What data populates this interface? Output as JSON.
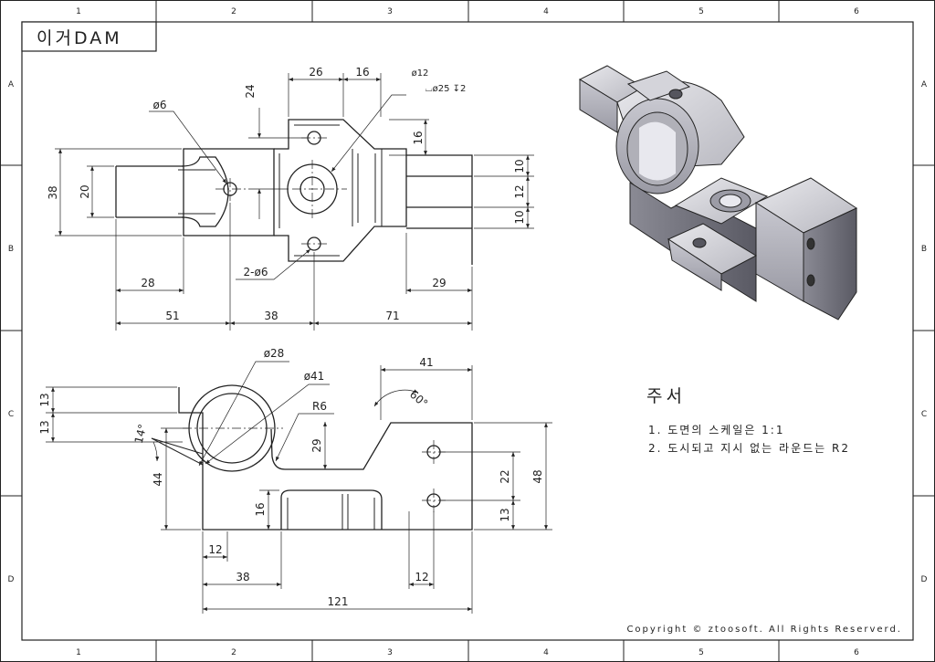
{
  "title_block": {
    "title": "이거DAM"
  },
  "grid": {
    "columns": [
      "1",
      "2",
      "3",
      "4",
      "5",
      "6"
    ],
    "rows": [
      "A",
      "B",
      "C",
      "D"
    ]
  },
  "top_view_dims": {
    "d_w26": "26",
    "d_w16": "16",
    "d_h24": "24",
    "d_hole6": "ø6",
    "d_hole12": "ø12",
    "d_cbore": "⌴ø25 ↧2",
    "d_16": "16",
    "d_38": "38",
    "d_20": "20",
    "d_10a": "10",
    "d_12": "12",
    "d_10b": "10",
    "d_2holes": "2-ø6",
    "d_28": "28",
    "d_29": "29",
    "d_51": "51",
    "d_38b": "38",
    "d_71": "71"
  },
  "front_view_dims": {
    "d_dia28": "ø28",
    "d_dia41": "ø41",
    "d_r6": "R6",
    "d_41": "41",
    "d_60": "60°",
    "d_13a": "13",
    "d_13b": "13",
    "d_14deg": "14°",
    "d_44": "44",
    "d_29": "29",
    "d_16": "16",
    "d_22": "22",
    "d_48": "48",
    "d_13c": "13",
    "d_12a": "12",
    "d_38": "38",
    "d_12b": "12",
    "d_121": "121"
  },
  "notes": {
    "heading": "주서",
    "line1": "1. 도면의 스케일은 1:1",
    "line2": "2. 도시되고 지시 없는 라운드는 R2"
  },
  "copyright": "Copyright © ztoosoft. All Rights Reserverd."
}
